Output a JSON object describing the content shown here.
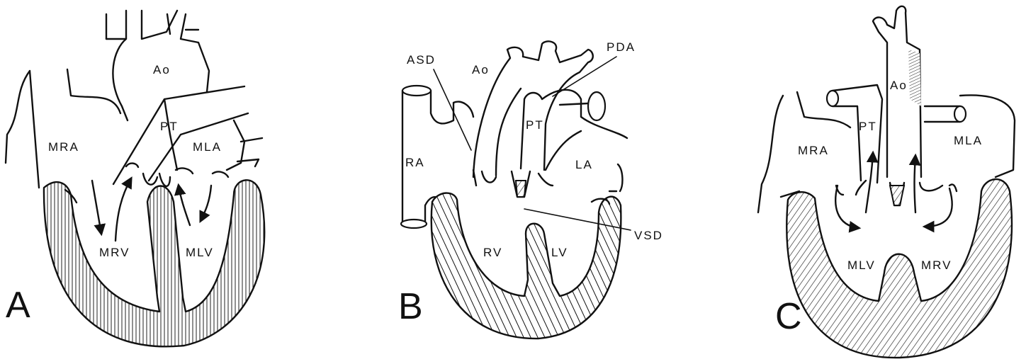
{
  "panels": [
    {
      "letter": "A",
      "labels": {
        "ao": "Ao",
        "pt": "PT",
        "mra": "MRA",
        "mla": "MLA",
        "mrv": "MRV",
        "mlv": "MLV"
      }
    },
    {
      "letter": "B",
      "labels": {
        "asd": "ASD",
        "ao": "Ao",
        "pda": "PDA",
        "pt": "PT",
        "ra": "RA",
        "la": "LA",
        "rv": "RV",
        "lv": "LV",
        "vsd": "VSD"
      }
    },
    {
      "letter": "C",
      "labels": {
        "ao": "Ao",
        "pt": "PT",
        "mra": "MRA",
        "mla": "MLA",
        "mlv": "MLV",
        "mrv": "MRV"
      }
    }
  ]
}
